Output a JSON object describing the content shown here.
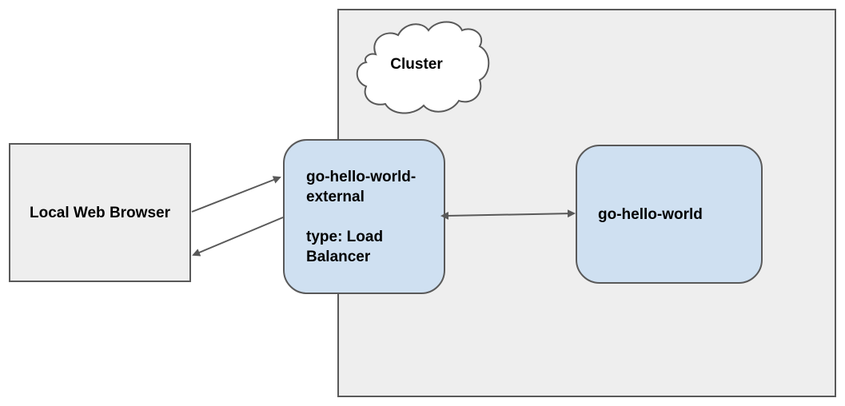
{
  "diagram": {
    "cluster": {
      "label": "Cluster",
      "fill_color": "#eeeeee",
      "border_color": "#595959"
    },
    "browser": {
      "label": "Local Web Browser",
      "fill_color": "#eeeeee"
    },
    "load_balancer": {
      "name_line1": "go-hello-world-",
      "name_line2": "external",
      "type_line1": "type: Load",
      "type_line2": "Balancer",
      "fill_color": "#cfe0f1"
    },
    "service": {
      "label": "go-hello-world",
      "fill_color": "#cfe0f1"
    },
    "connections": [
      {
        "from": "browser",
        "to": "load_balancer",
        "direction": "forward"
      },
      {
        "from": "load_balancer",
        "to": "browser",
        "direction": "forward"
      },
      {
        "from": "load_balancer",
        "to": "service",
        "direction": "bidirectional"
      }
    ],
    "arrow_color": "#595959"
  }
}
